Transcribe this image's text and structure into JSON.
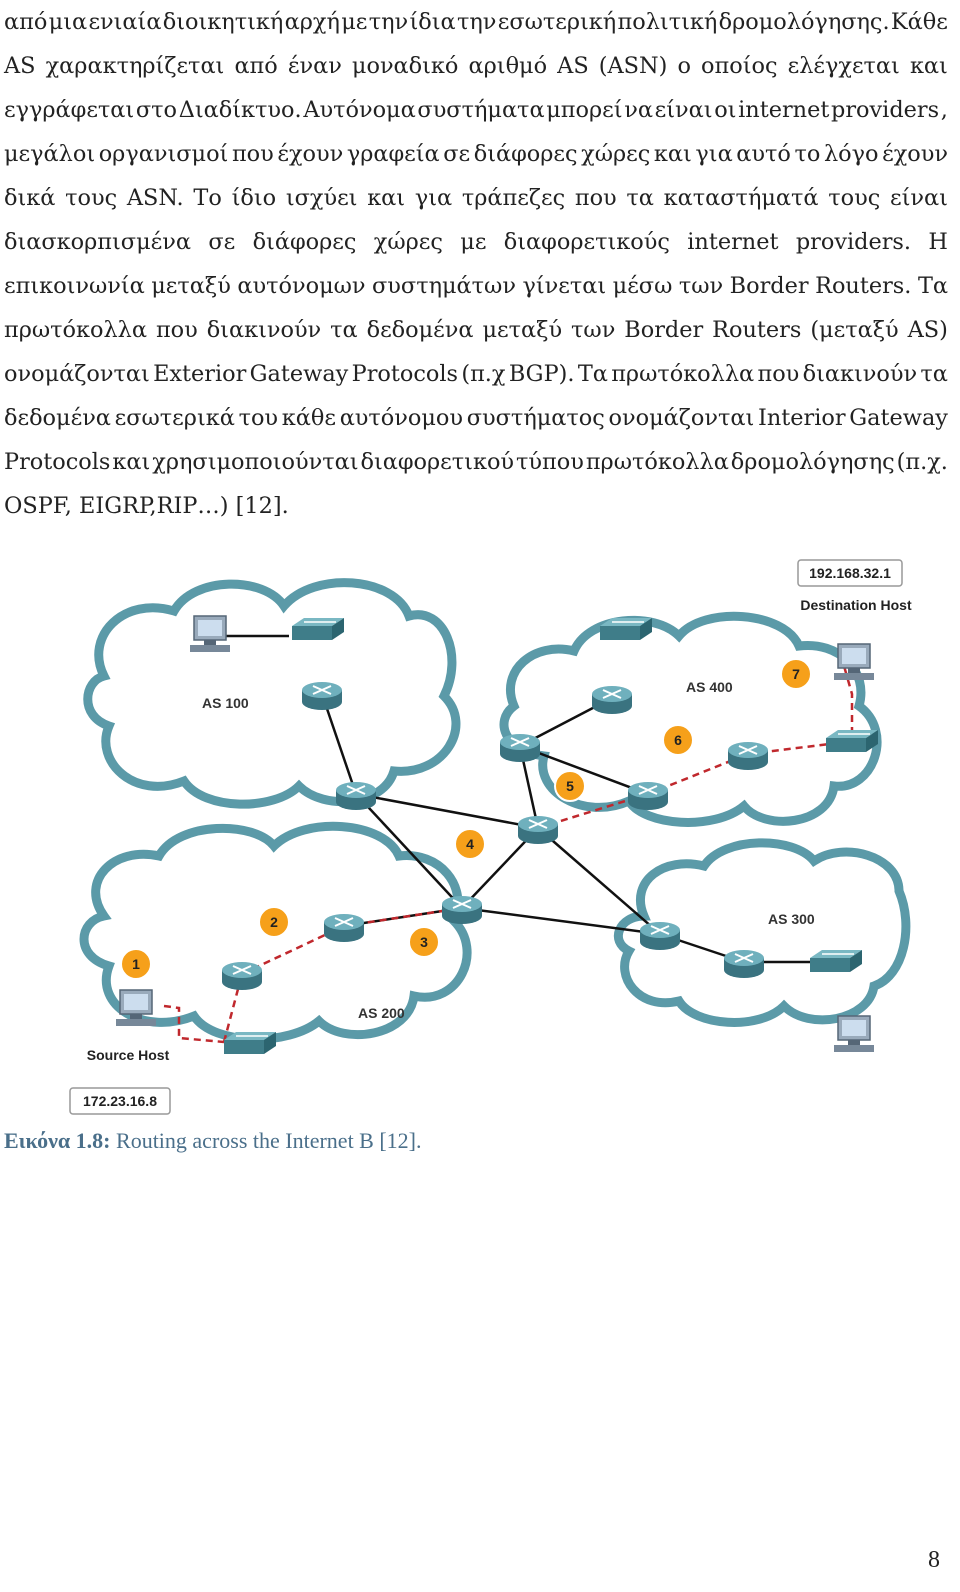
{
  "body_lines": [
    "από μια ενιαία διοικητική αρχή με την ίδια την εσωτερική πολιτική δρομολόγησης. Κάθε",
    "AS χαρακτηρίζεται  από έναν μοναδικό αριθμό AS (ASN) ο οποίος  ελέγχεται και",
    "εγγράφεται στο Διαδίκτυο. Αυτόνομα συστήματα μπορεί να είναι οι internet providers ,",
    "μεγάλοι οργανισμοί που έχουν γραφεία σε διάφορες χώρες και για αυτό το λόγο έχουν",
    "δικά τους ASN. Το ίδιο ισχύει και για τράπεζες που τα καταστήματά τους είναι",
    "διασκορπισμένα σε διάφορες χώρες με διαφορετικούς internet providers. Η",
    "επικοινωνία μεταξύ αυτόνομων συστημάτων γίνεται μέσω των Border Routers. Τα",
    "πρωτόκολλα που διακινούν τα δεδομένα μεταξύ των Border Routers (μεταξύ AS)",
    "ονομάζονται Exterior Gateway Protocols (π.χ BGP). Τα πρωτόκολλα που διακινούν τα",
    "δεδομένα εσωτερικά του κάθε  αυτόνομου συστήματος ονομάζονται Interior Gateway",
    "Protocols και χρησιμοποιούνται διαφορετικού τύπου πρωτόκολλα δρομολόγησης (π.χ.",
    "OSPF, EIGRP,RIP…) [12]."
  ],
  "figure": {
    "destination_ip": "192.168.32.1",
    "destination_label": "Destination Host",
    "source_ip": "172.23.16.8",
    "source_label": "Source Host",
    "as_labels": {
      "as100": "AS 100",
      "as200": "AS 200",
      "as300": "AS 300",
      "as400": "AS 400"
    },
    "steps": [
      "1",
      "2",
      "3",
      "4",
      "5",
      "6",
      "7"
    ],
    "colors": {
      "cloud_fill": "#ffffff",
      "cloud_stroke": "#5b9aa8",
      "router": "#4e8f9c",
      "step_badge": "#f6a01a",
      "path_dashed": "#c0282d"
    }
  },
  "caption": {
    "label": "Εικόνα 1.8:",
    "text": " Routing across the Internet B [12]."
  },
  "page_number": "8"
}
